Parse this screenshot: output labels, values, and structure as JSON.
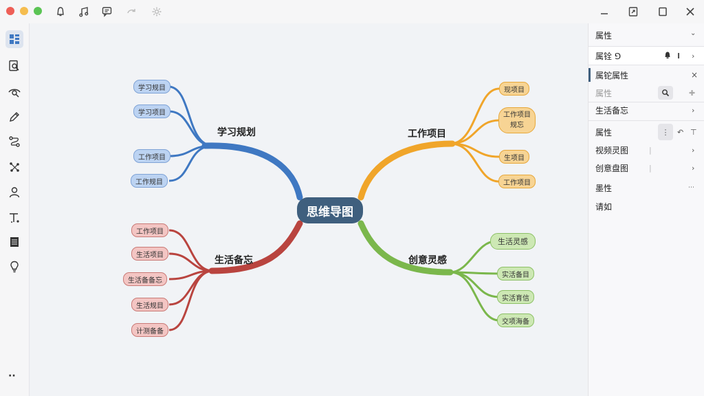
{
  "window": {
    "traffic_lights": [
      "#ee5f57",
      "#f5bd4f",
      "#5bc454"
    ],
    "toolbar_icons": [
      "bell-icon",
      "music-note-icon",
      "chat-icon",
      "redo-icon",
      "settings-icon"
    ],
    "window_controls": [
      "minimize-icon",
      "export-icon",
      "maximize-icon",
      "close-icon"
    ]
  },
  "sidebar": {
    "items": [
      {
        "icon": "layout-grid-icon",
        "active": true
      },
      {
        "icon": "search-doc-icon"
      },
      {
        "icon": "eye-icon"
      },
      {
        "icon": "pen-icon"
      },
      {
        "icon": "path-icon"
      },
      {
        "icon": "connect-icon"
      },
      {
        "icon": "user-icon"
      },
      {
        "icon": "tool-icon"
      },
      {
        "icon": "calendar-icon"
      },
      {
        "icon": "lightbulb-icon"
      }
    ],
    "more": "··"
  },
  "mindmap": {
    "center": "思维导图",
    "branches": [
      {
        "id": "study",
        "label": "学习规划",
        "color": "#3f78c2",
        "leaves": [
          "学习规目",
          "学习项目",
          "工作项目",
          "工作规目"
        ]
      },
      {
        "id": "work",
        "label": "工作项目",
        "color": "#f0a52a",
        "leaves": [
          "现项目",
          "工作项目\n规忘",
          "生项目",
          "工作项目"
        ]
      },
      {
        "id": "life",
        "label": "生活备忘",
        "color": "#b9443f",
        "leaves": [
          "工作项目",
          "生活项目",
          "生活备备忘",
          "生活规目",
          "计测备备"
        ]
      },
      {
        "id": "idea",
        "label": "创意灵感",
        "color": "#7bb74c",
        "leaves": [
          "生活灵感",
          "实活备目",
          "实活育信",
          "交项海备"
        ]
      }
    ]
  },
  "panel": {
    "header": "属性",
    "row1": {
      "label": "属铨 ⅁",
      "icons": [
        "bell-icon",
        "text-icon",
        "chevron-right-icon"
      ]
    },
    "section": {
      "label": "属铊属性",
      "close": "×"
    },
    "search": {
      "placeholder": "属性"
    },
    "row_life": "生活备忘",
    "row_attr": "属性",
    "row_view": "视频灵图",
    "row_creative": "创意盘图",
    "row_attr2": "墨性",
    "row_last": "请如"
  }
}
